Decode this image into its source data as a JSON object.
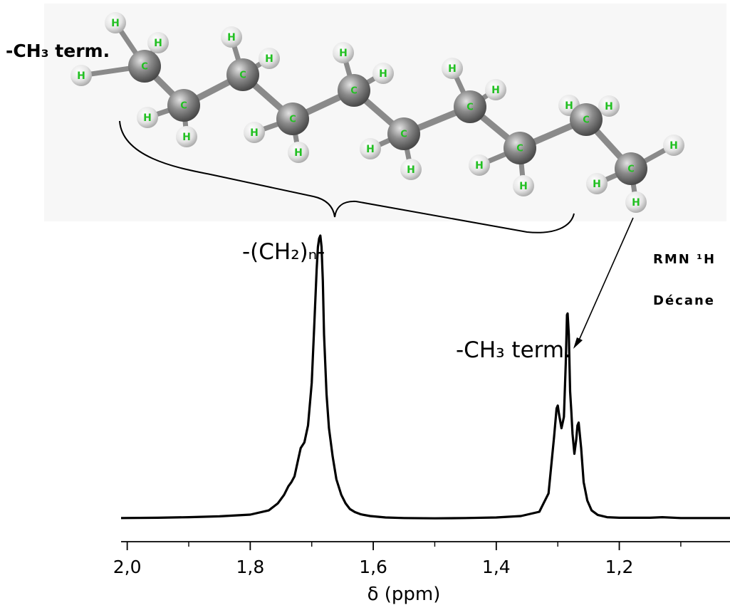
{
  "chart_data": {
    "type": "line",
    "title": "",
    "xlabel": "δ (ppm)",
    "ylabel": "",
    "x_reversed": true,
    "xlim": [
      2.01,
      1.02
    ],
    "x_ticks": [
      2.0,
      1.8,
      1.6,
      1.4,
      1.2
    ],
    "x_tick_labels": [
      "2,0",
      "1,8",
      "1,6",
      "1,4",
      "1,2"
    ],
    "ylim": [
      0,
      100
    ],
    "grid": false,
    "series": [
      {
        "x": [
          2.01,
          1.95,
          1.9,
          1.85,
          1.8,
          1.77,
          1.755,
          1.745,
          1.738,
          1.733,
          1.728,
          1.722,
          1.718,
          1.712,
          1.706,
          1.7,
          1.696,
          1.692,
          1.69,
          1.688,
          1.686,
          1.684,
          1.682,
          1.68,
          1.676,
          1.672,
          1.666,
          1.66,
          1.652,
          1.645,
          1.638,
          1.63,
          1.62,
          1.605,
          1.58,
          1.55,
          1.5,
          1.45,
          1.4,
          1.36,
          1.33,
          1.315,
          1.306,
          1.302,
          1.3,
          1.298,
          1.294,
          1.29,
          1.287,
          1.285,
          1.284,
          1.282,
          1.28,
          1.278,
          1.276,
          1.273,
          1.27,
          1.268,
          1.266,
          1.262,
          1.258,
          1.252,
          1.245,
          1.235,
          1.22,
          1.2,
          1.15,
          1.13,
          1.1,
          1.02
        ],
        "y": [
          0.3,
          0.4,
          0.6,
          0.9,
          1.5,
          3.0,
          5.5,
          8.5,
          11.5,
          13.0,
          15.0,
          21.0,
          25.0,
          27.0,
          33.0,
          48.0,
          68.0,
          88.0,
          96.0,
          99.0,
          100.0,
          96.0,
          84.0,
          65.0,
          44.0,
          32.0,
          22.0,
          14.0,
          8.5,
          5.5,
          3.5,
          2.4,
          1.6,
          1.0,
          0.5,
          0.3,
          0.2,
          0.3,
          0.5,
          1.0,
          2.5,
          9.0,
          29.0,
          39.0,
          40.0,
          37.0,
          32.0,
          36.0,
          55.0,
          72.0,
          72.5,
          65.0,
          45.0,
          38.0,
          30.0,
          23.0,
          28.0,
          33.0,
          34.0,
          25.0,
          13.0,
          6.5,
          3.0,
          1.4,
          0.6,
          0.4,
          0.4,
          0.6,
          0.3,
          0.3
        ]
      }
    ],
    "annotations": {
      "ch2_peak": "-(CH₂)ₙ-",
      "ch3_peak": "-CH₃ term.",
      "method": "RMN ¹H",
      "compound": "Décane",
      "molecule_ch3_label": "-CH₃ term."
    }
  },
  "molecule": {
    "atoms": {
      "carbon_symbol": "C",
      "hydrogen_symbol": "H"
    }
  },
  "colors": {
    "line": "#000000",
    "carbon": "#808080",
    "hydrogen": "#e6e6e6",
    "atom_label": "#22c022"
  }
}
